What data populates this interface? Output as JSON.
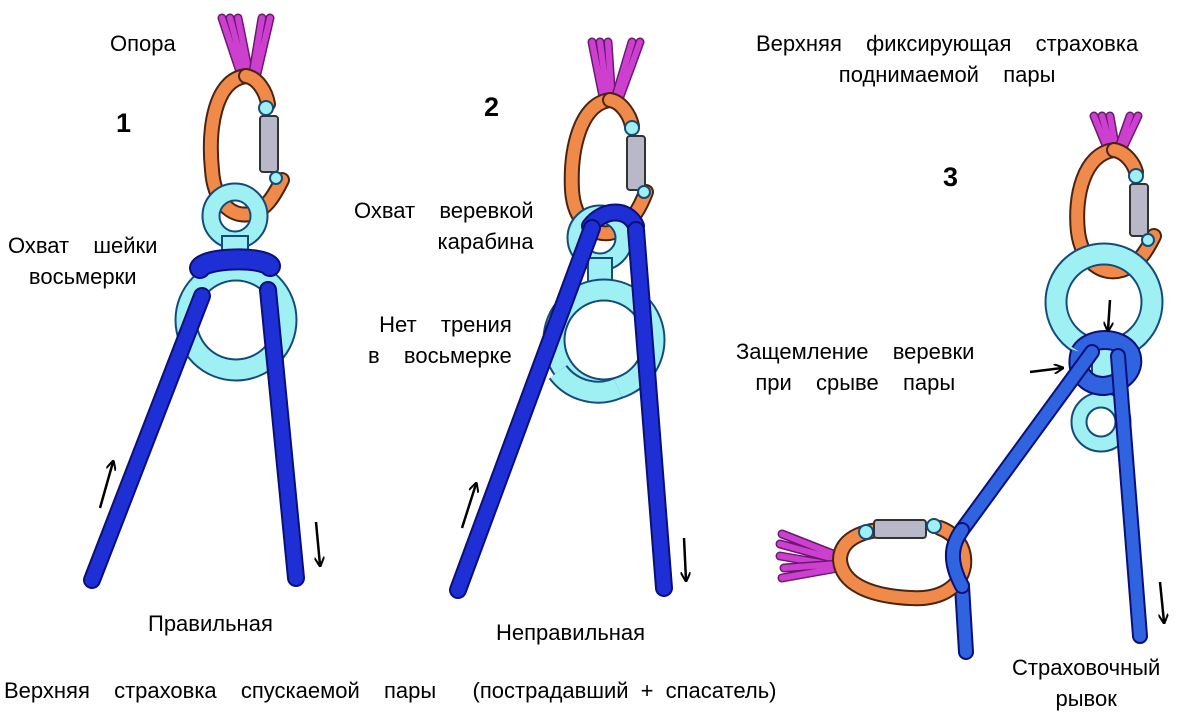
{
  "labels": {
    "support": "Опора",
    "fig1_neck": "Охват  шейки\nвосьмерки",
    "fig1_caption": "Правильная",
    "fig2_carabiner": "Охват  веревкой\nкарабина",
    "fig2_no_friction": "Нет  трения\nв  восьмерке",
    "fig2_caption": "Неправильная",
    "fig3_title": "Верхняя  фиксирующая  страховка\nподнимаемой  пары",
    "fig3_pinch": "Защемление  веревки\nпри  срыве  пары",
    "fig3_jerk": "Страховочный\nрывок",
    "bottom_caption": "Верхняя  страховка  спускаемой  пары   (пострадавший + спасатель)"
  },
  "figure_numbers": [
    "1",
    "2",
    "3"
  ],
  "colors": {
    "rope_blue": "#1f2fd6",
    "rope_blue_3": "#2f63df",
    "rope_outline": "#0a0f7a",
    "eight_fill": "#9ff0f3",
    "eight_outline": "#144b7a",
    "carabiner_orange": "#f08a4a",
    "carabiner_outline": "#4a2410",
    "sling_magenta": "#cc3fcf",
    "gate_gray": "#b8b8c8",
    "arrow": "#000000"
  }
}
